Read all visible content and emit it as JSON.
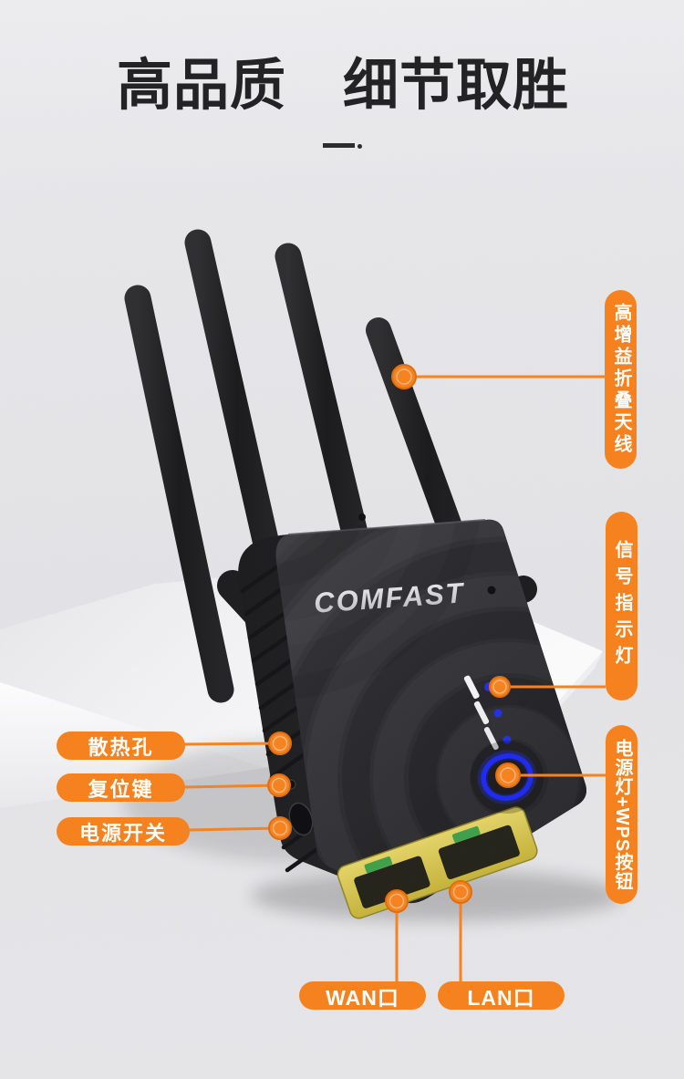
{
  "header": {
    "title": "高品质　细节取胜"
  },
  "device": {
    "brand_logo": "COMFAST"
  },
  "callouts": {
    "antenna": "高增益折叠天线",
    "signal_led": "信号指示灯",
    "power_wps": "电源灯+WPS按钮",
    "vents": "散热孔",
    "reset": "复位键",
    "power_switch": "电源开关",
    "wan": "WAN口",
    "lan": "LAN口"
  },
  "colors": {
    "accent_orange": "#f5821f",
    "led_blue": "#1d2af0",
    "device_black": "#2d2d31",
    "port_yellow": "#d6c452",
    "port_green": "#3fa04b",
    "title_black": "#232326",
    "background_gray": "#e5e5e8",
    "logo_silver": "#d6d6d9"
  }
}
